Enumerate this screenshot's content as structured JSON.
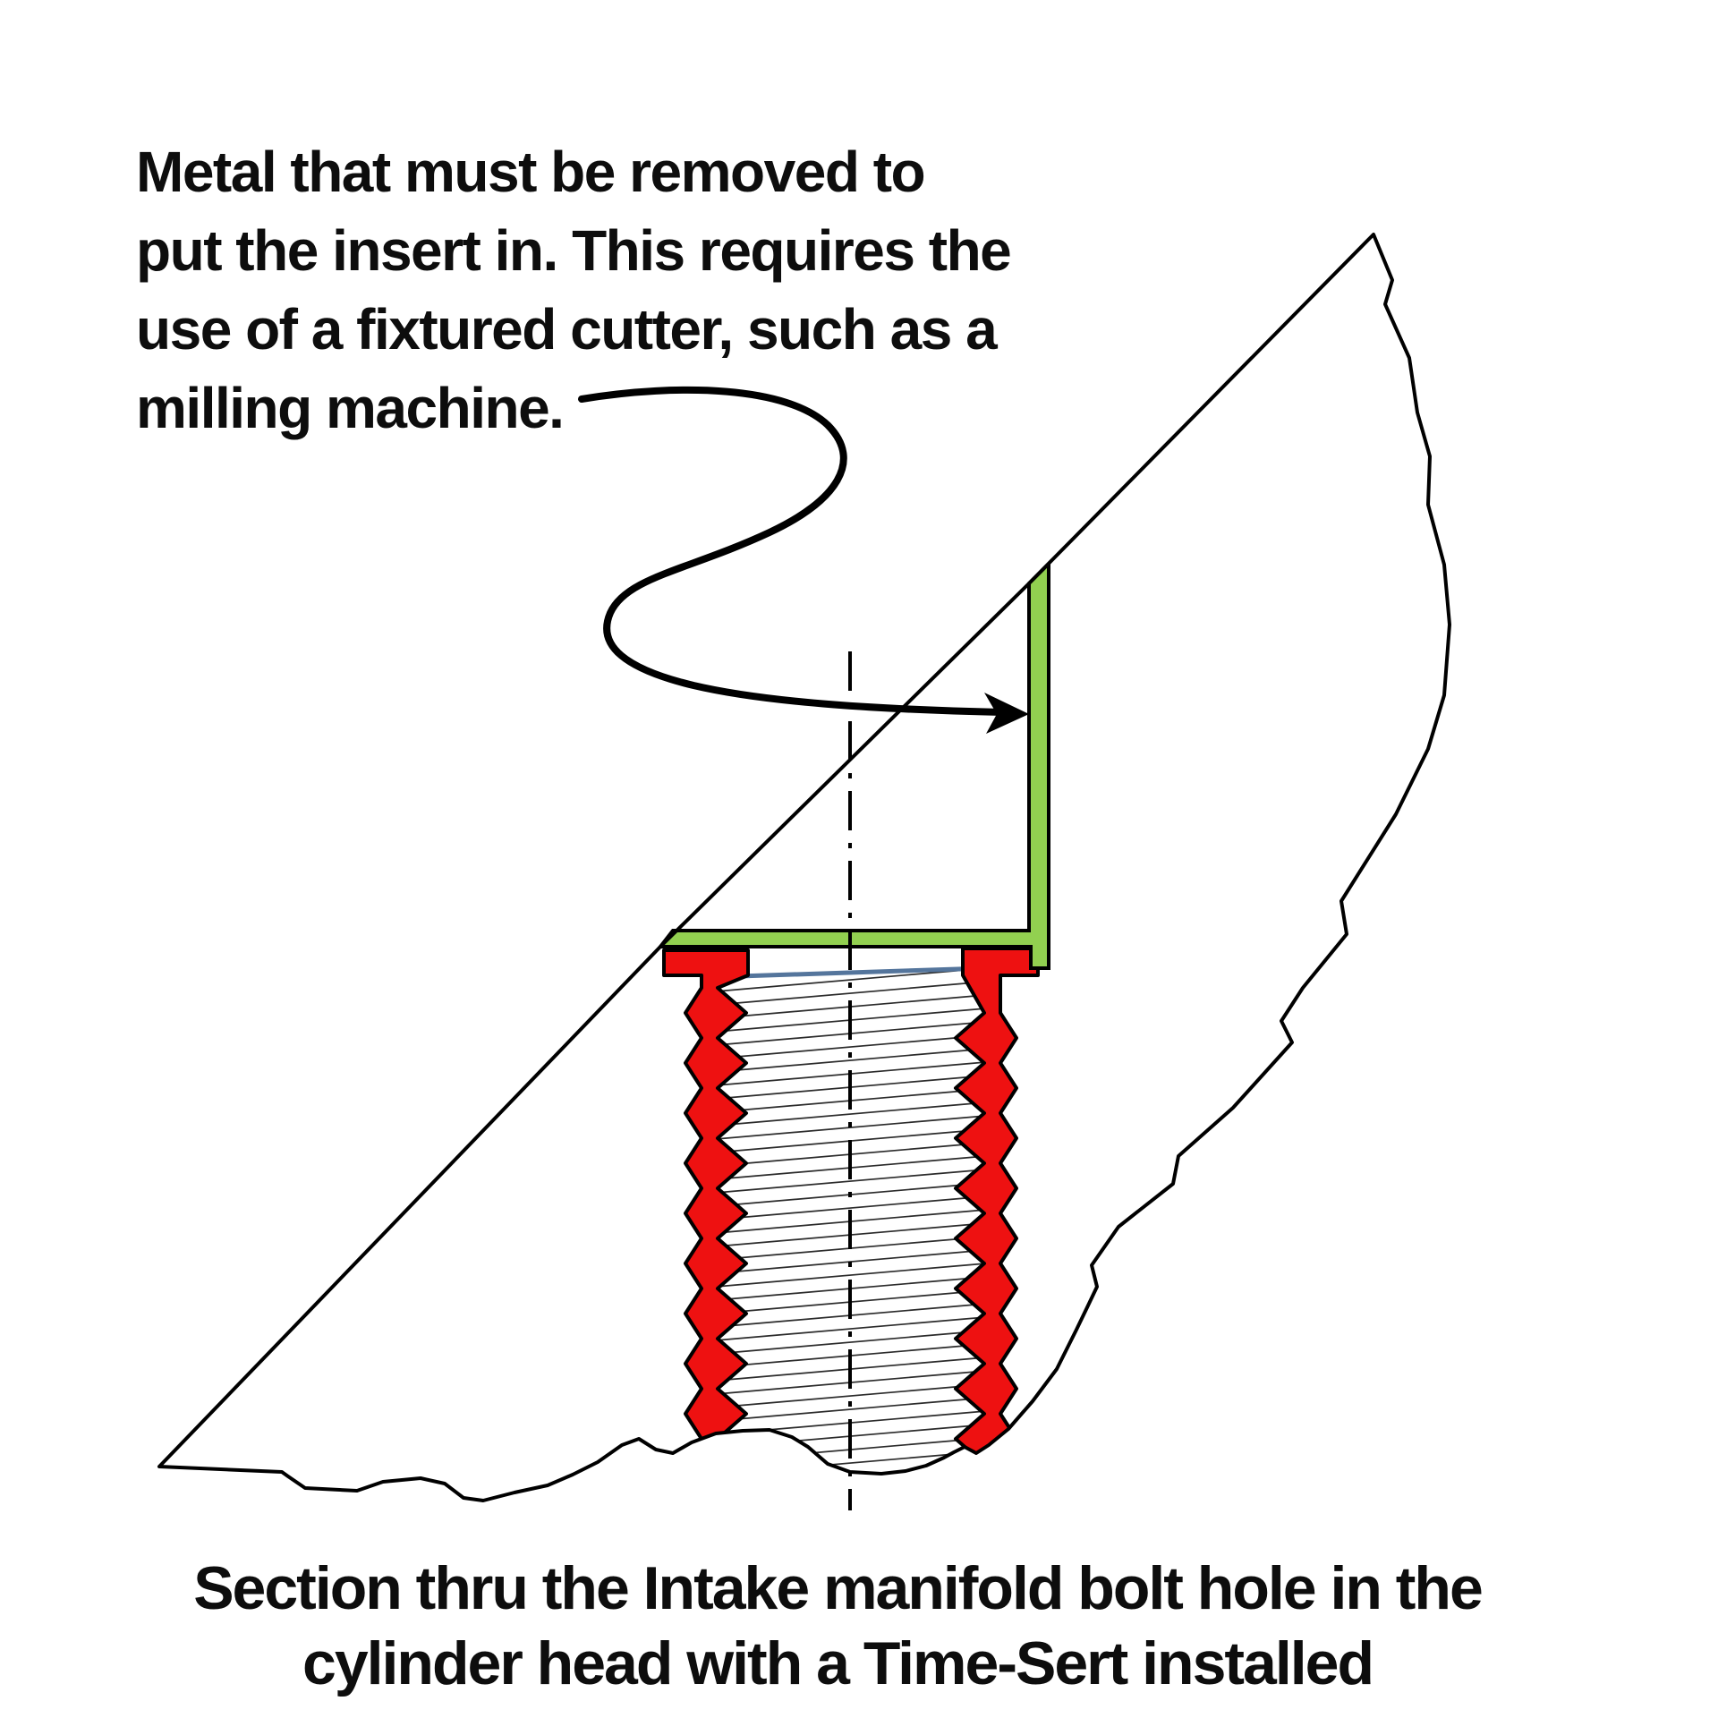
{
  "annotation": {
    "lines": [
      "Metal that must be removed to",
      "put the insert in. This requires the",
      "use of a fixtured cutter, such as a",
      "milling machine."
    ]
  },
  "caption": {
    "lines": [
      "Section thru the Intake manifold bolt hole in the",
      "cylinder head with a Time-Sert installed"
    ]
  },
  "colors": {
    "removed_metal_green": "#92d050",
    "insert_red": "#ee1111",
    "outline_black": "#000000",
    "hatch_gray": "#2b2b2b",
    "washer_blue": "#54759c",
    "text_black": "#0d0d0d"
  },
  "icons": {
    "leader_arrow": "curved-leader-arrow-icon",
    "centerline": "dash-dot-centerline"
  }
}
